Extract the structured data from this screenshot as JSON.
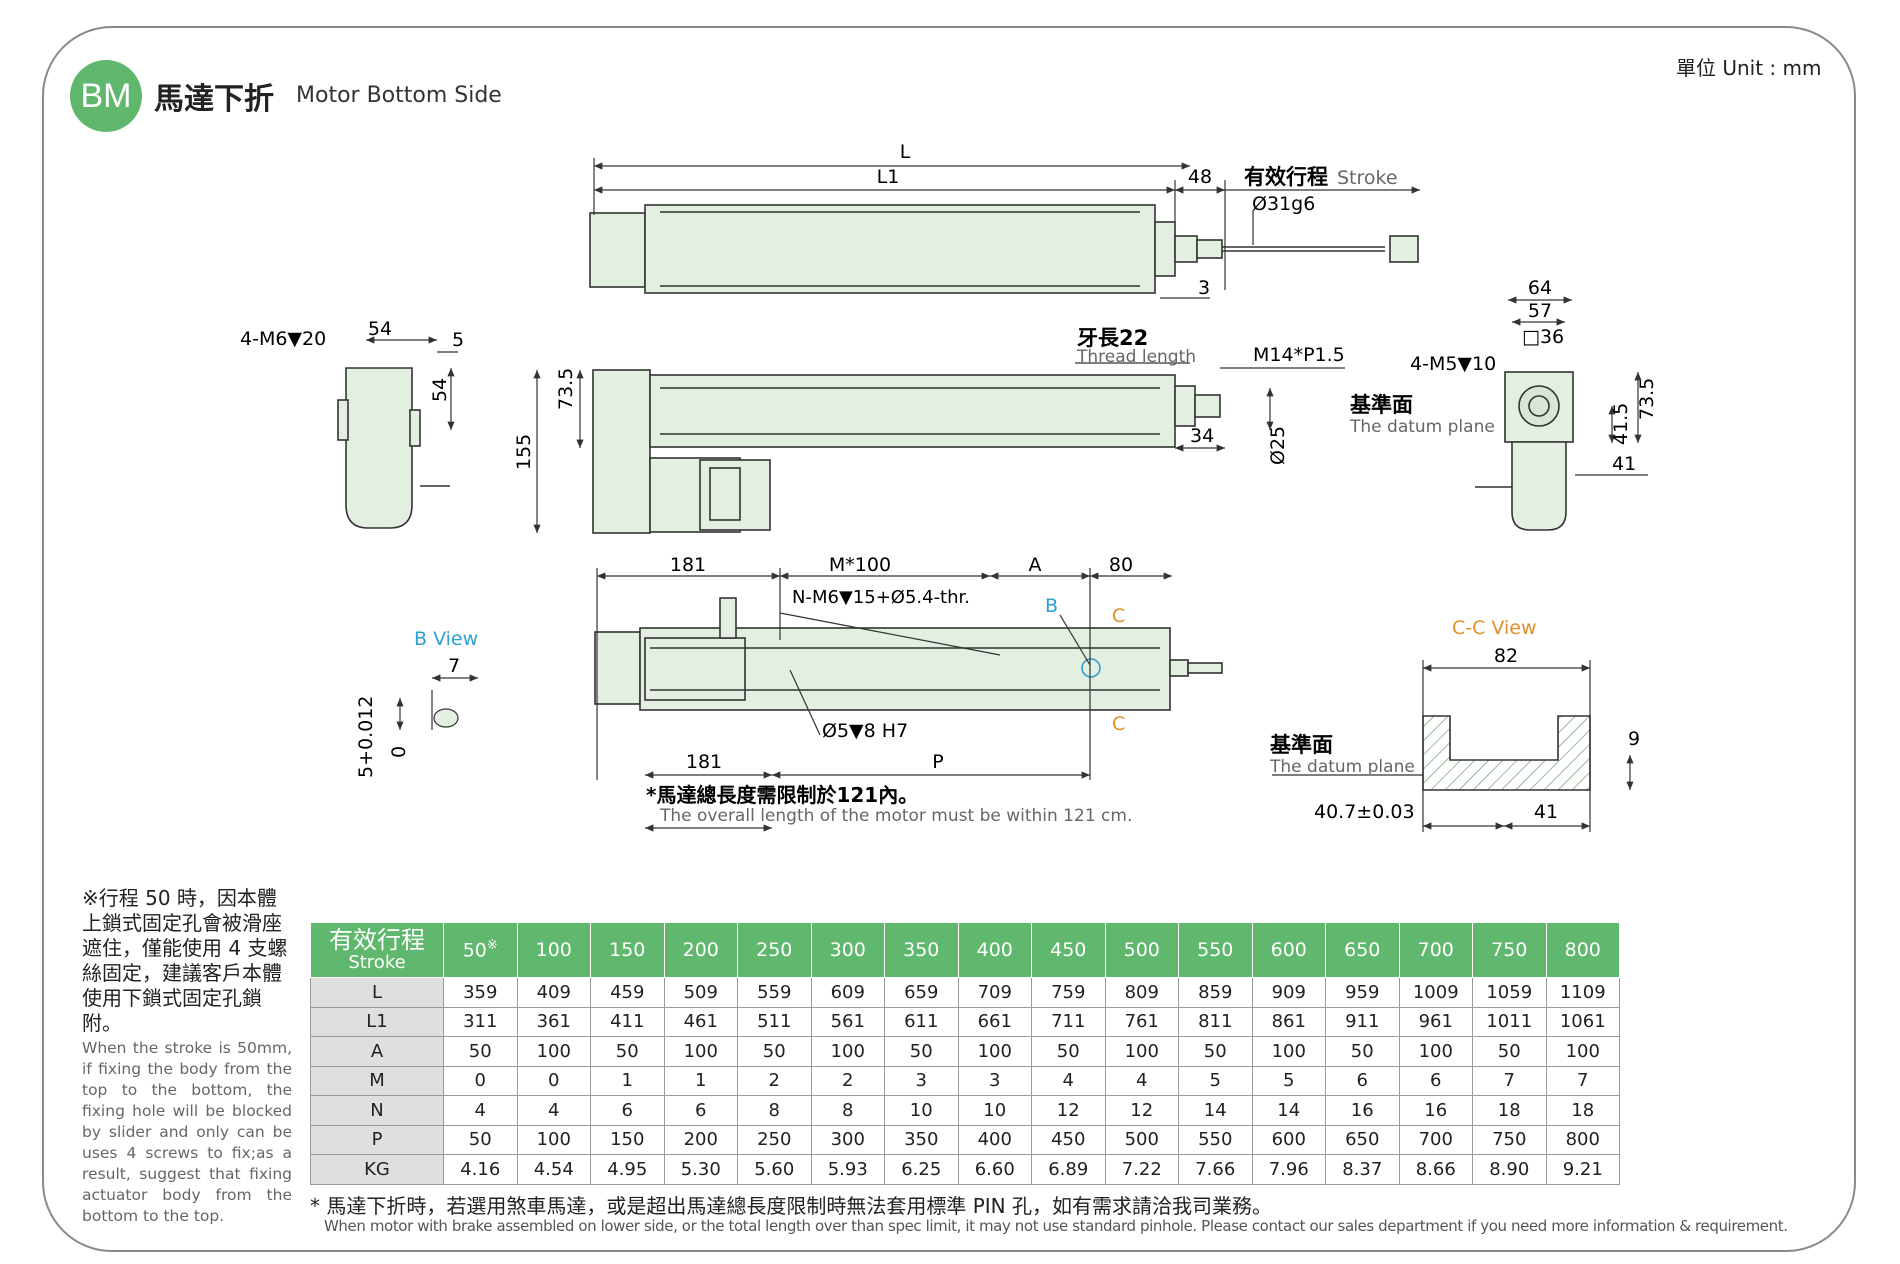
{
  "header": {
    "badge": "BM",
    "title_zh": "馬達下折",
    "title_en": "Motor Bottom Side",
    "unit": "單位 Unit : mm"
  },
  "diagram": {
    "dim_L": "L",
    "dim_L1": "L1",
    "dim_48": "48",
    "stroke_zh": "有效行程",
    "stroke_en": "Stroke",
    "rod_dia": "Ø31g6",
    "dim_3": "3",
    "dim_54_top": "54",
    "dim_5": "5",
    "hole_4m6": "4-M6▼20",
    "dim_54_side": "54",
    "thread_zh": "牙長22",
    "thread_en": "Thread length",
    "m14": "M14*P1.5",
    "dim_73_5": "73.5",
    "dim_155": "155",
    "dim_34": "34",
    "dim_25": "Ø25",
    "dim_64": "64",
    "dim_57": "57",
    "dim_sq36": "□36",
    "hole_4m5": "4-M5▼10",
    "datum_zh": "基準面",
    "datum_en": "The datum plane",
    "dim_41_5": "41.5",
    "dim_73_5_r": "73.5",
    "dim_41_r": "41",
    "dim_181_top": "181",
    "dim_m100": "M*100",
    "dim_a": "A",
    "dim_80": "80",
    "n_m6": "N-M6▼15+Ø5.4-thr.",
    "b_mark": "B",
    "c_mark_top": "C",
    "c_mark_bot": "C",
    "pin": "Ø5▼8 H7",
    "dim_181_bot": "181",
    "dim_p": "P",
    "motor_note_zh": "*馬達總長度需限制於121內。",
    "motor_note_en": "The overall length of the motor must be within 121 cm.",
    "b_view": "B View",
    "b_dim_7": "7",
    "b_tol": "5+0.012",
    "b_zero": "0",
    "cc_view": "C-C View",
    "cc_82": "82",
    "cc_9": "9",
    "cc_datum_zh": "基準面",
    "cc_datum_en": "The datum plane",
    "cc_40_7": "40.7±0.03",
    "cc_41": "41"
  },
  "note": {
    "zh": "※行程 50 時，因本體上鎖式固定孔會被滑座遮住，僅能使用 4 支螺絲固定，建議客戶本體使用下鎖式固定孔鎖附。",
    "en": "When the stroke is 50mm, if fixing the body from the top to the bottom, the fixing hole will be blocked by slider and only can be uses 4 screws to fix;as a result, suggest that fixing actuator body from the bottom to the top."
  },
  "table": {
    "header_zh": "有效行程",
    "header_en": "Stroke",
    "first_stroke": "50",
    "first_stroke_mark": "※",
    "strokes": [
      "100",
      "150",
      "200",
      "250",
      "300",
      "350",
      "400",
      "450",
      "500",
      "550",
      "600",
      "650",
      "700",
      "750",
      "800"
    ],
    "rows": [
      {
        "label": "L",
        "values": [
          "359",
          "409",
          "459",
          "509",
          "559",
          "609",
          "659",
          "709",
          "759",
          "809",
          "859",
          "909",
          "959",
          "1009",
          "1059",
          "1109"
        ]
      },
      {
        "label": "L1",
        "values": [
          "311",
          "361",
          "411",
          "461",
          "511",
          "561",
          "611",
          "661",
          "711",
          "761",
          "811",
          "861",
          "911",
          "961",
          "1011",
          "1061"
        ]
      },
      {
        "label": "A",
        "values": [
          "50",
          "100",
          "50",
          "100",
          "50",
          "100",
          "50",
          "100",
          "50",
          "100",
          "50",
          "100",
          "50",
          "100",
          "50",
          "100"
        ]
      },
      {
        "label": "M",
        "values": [
          "0",
          "0",
          "1",
          "1",
          "2",
          "2",
          "3",
          "3",
          "4",
          "4",
          "5",
          "5",
          "6",
          "6",
          "7",
          "7"
        ]
      },
      {
        "label": "N",
        "values": [
          "4",
          "4",
          "6",
          "6",
          "8",
          "8",
          "10",
          "10",
          "12",
          "12",
          "14",
          "14",
          "16",
          "16",
          "18",
          "18"
        ]
      },
      {
        "label": "P",
        "values": [
          "50",
          "100",
          "150",
          "200",
          "250",
          "300",
          "350",
          "400",
          "450",
          "500",
          "550",
          "600",
          "650",
          "700",
          "750",
          "800"
        ]
      },
      {
        "label": "KG",
        "values": [
          "4.16",
          "4.54",
          "4.95",
          "5.30",
          "5.60",
          "5.93",
          "6.25",
          "6.60",
          "6.89",
          "7.22",
          "7.66",
          "7.96",
          "8.37",
          "8.66",
          "8.90",
          "9.21"
        ]
      }
    ]
  },
  "footer": {
    "zh": "* 馬達下折時，若選用煞車馬達，或是超出馬達總長度限制時無法套用標準 PIN 孔，如有需求請洽我司業務。",
    "en": "When motor with brake assembled on lower side, or the total length over than spec limit, it may not use standard pinhole. Please contact our sales department if you need more information & requirement."
  }
}
